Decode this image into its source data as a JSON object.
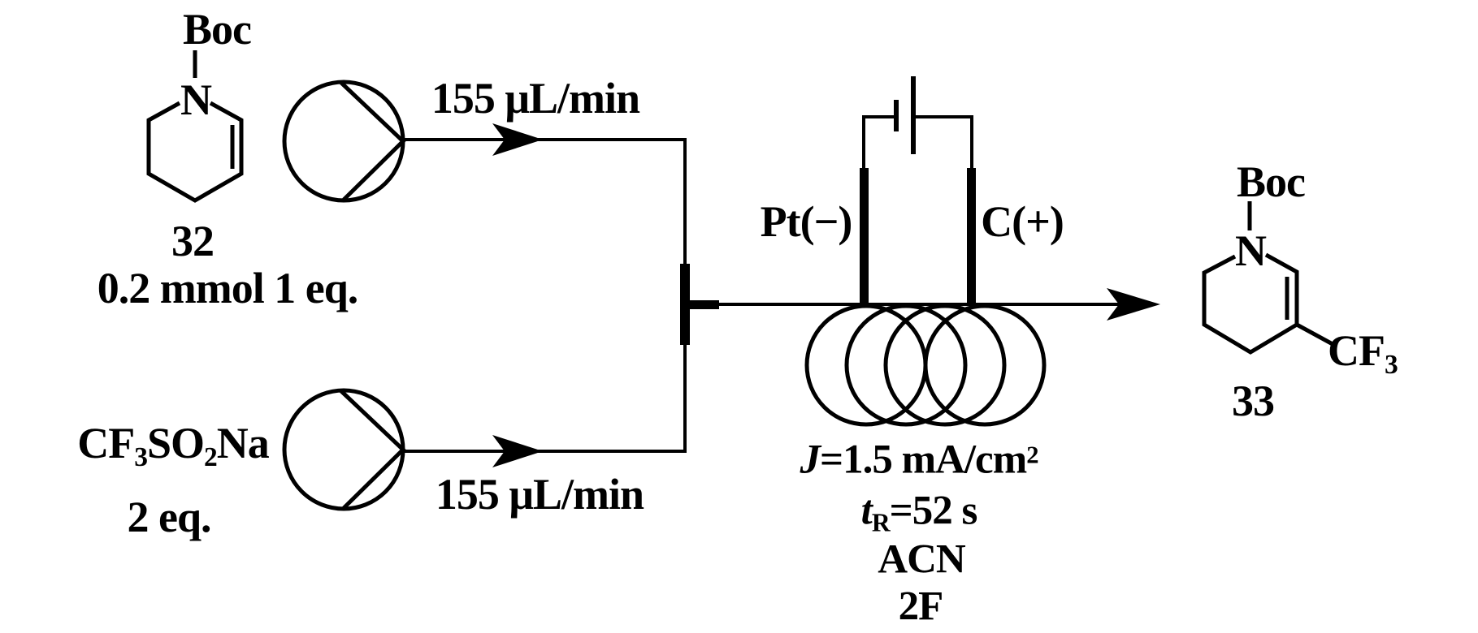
{
  "reactant_top": {
    "boc": "Boc",
    "n": "N",
    "id": "32",
    "amount": "0.2 mmol 1 eq."
  },
  "reactant_bottom": {
    "formula": {
      "cf": "CF",
      "three": "3",
      "so": "SO",
      "two": "2",
      "na": "Na"
    },
    "amount": "2 eq."
  },
  "pumps": {
    "top_flow_rate": "155 μL/min",
    "bottom_flow_rate": "155 μL/min"
  },
  "cell": {
    "cathode": "Pt(−)",
    "anode": "C(+)"
  },
  "conditions": {
    "current_density": {
      "var": "J",
      "eq": "=1.5 mA/cm",
      "sup": "2"
    },
    "residence_time": {
      "var": "t",
      "sub": "R",
      "eq": "=52 s"
    },
    "solvent": "ACN",
    "charge": "2F"
  },
  "product": {
    "boc": "Boc",
    "n": "N",
    "cf3": {
      "main": "CF",
      "sub": "3"
    },
    "id": "33"
  },
  "colors": {
    "ink": "#000000",
    "background": "#ffffff"
  }
}
